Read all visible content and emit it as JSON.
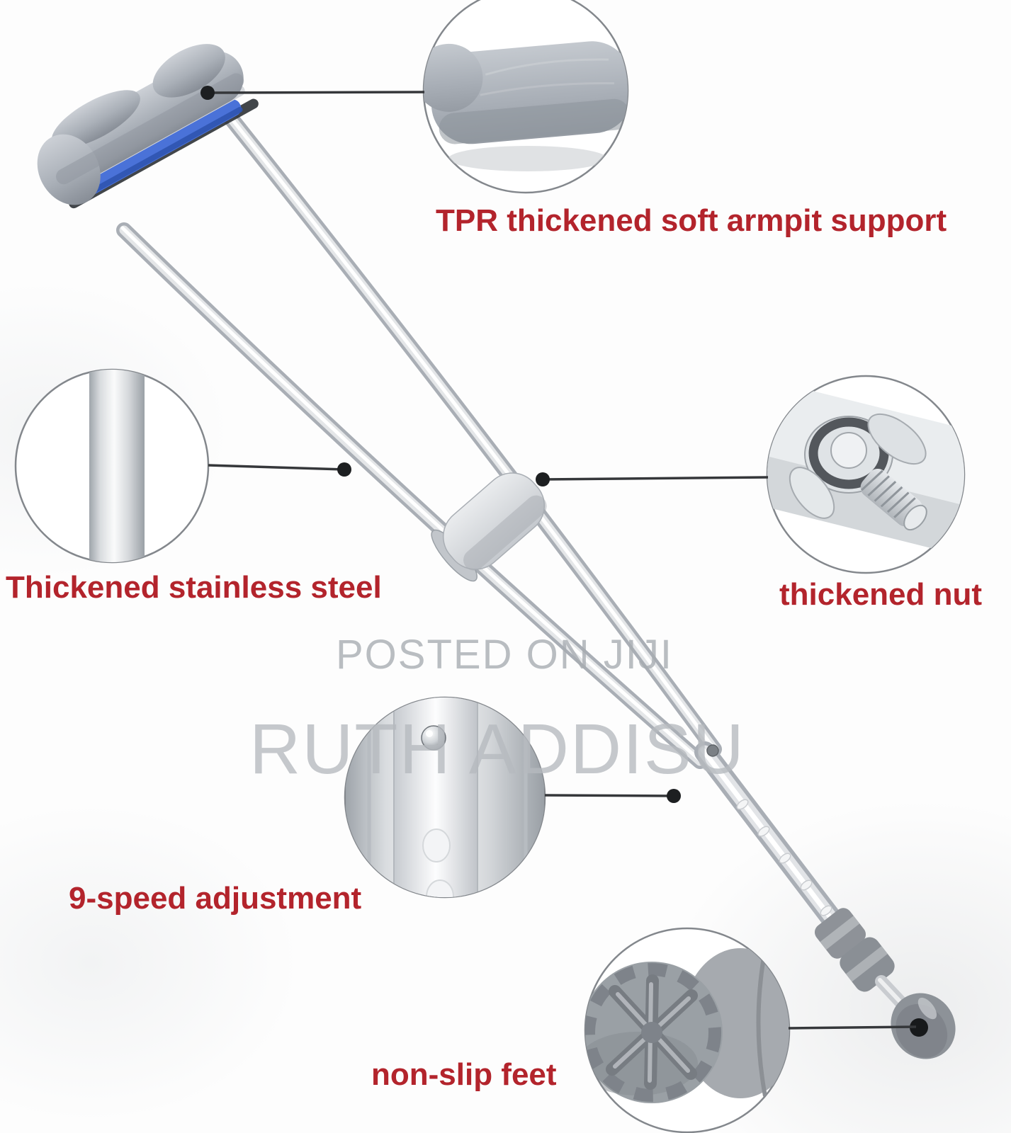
{
  "product": {
    "subject": "underarm axillary crutch",
    "image_type": "annotated product diagram"
  },
  "labels": {
    "armpit": "TPR thickened soft armpit support",
    "steel": "Thickened stainless steel",
    "nut": "thickened nut",
    "adjustment": "9-speed adjustment",
    "feet": "non-slip feet"
  },
  "watermark": {
    "line1": "POSTED ON JIJI",
    "line2": "RUTH ADDISU"
  },
  "callouts": [
    "armpit-pad-closeup",
    "steel-tube-closeup",
    "wing-nut-closeup",
    "adjustment-holes-closeup",
    "non-slip-foot-closeup"
  ],
  "colors": {
    "label_red": "#b3242c",
    "watermark_gray": "#a7acb1",
    "watermark_gray_large": "#b6babf",
    "pad_blue": "#4a72d8",
    "steel_gray": "#c9ced3",
    "leader_line": "#35373a",
    "background": "#fdfdfd"
  }
}
